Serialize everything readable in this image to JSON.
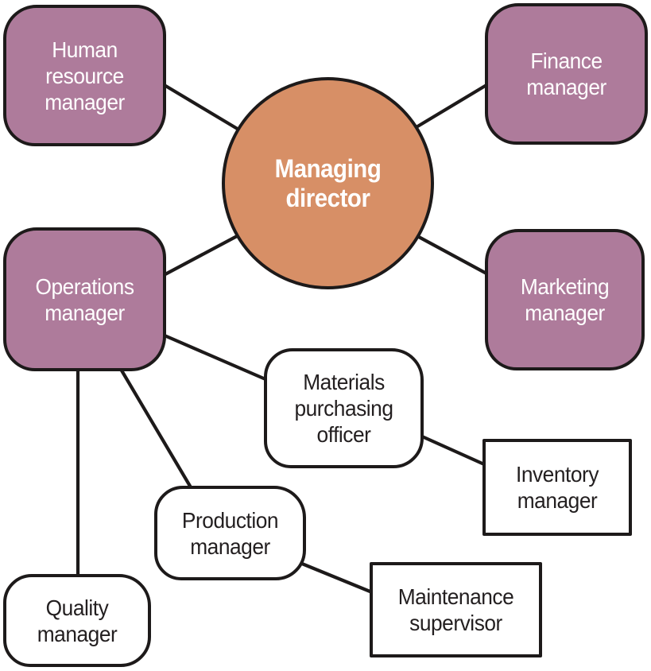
{
  "diagram": {
    "type": "organization-chart",
    "colors": {
      "manager_box_fill": "#ae7b9b",
      "director_circle_fill": "#d78f66",
      "line_and_border": "#1d1a1a",
      "light_text": "#ffffff",
      "dark_text": "#231f20"
    },
    "nodes": {
      "director": {
        "label": "Managing\ndirector"
      },
      "hr": {
        "label": "Human\nresource\nmanager"
      },
      "finance": {
        "label": "Finance\nmanager"
      },
      "operations": {
        "label": "Operations\nmanager"
      },
      "marketing": {
        "label": "Marketing\nmanager"
      },
      "materials": {
        "label": "Materials\npurchasing\nofficer"
      },
      "inventory": {
        "label": "Inventory\nmanager"
      },
      "production": {
        "label": "Production\nmanager"
      },
      "quality": {
        "label": "Quality\nmanager"
      },
      "maintenance": {
        "label": "Maintenance\nsupervisor"
      }
    },
    "edges": [
      {
        "from": "hr",
        "to": "director"
      },
      {
        "from": "finance",
        "to": "director"
      },
      {
        "from": "operations",
        "to": "director"
      },
      {
        "from": "marketing",
        "to": "director"
      },
      {
        "from": "operations",
        "to": "materials"
      },
      {
        "from": "operations",
        "to": "quality"
      },
      {
        "from": "operations",
        "to": "production"
      },
      {
        "from": "materials",
        "to": "inventory"
      },
      {
        "from": "production",
        "to": "maintenance"
      }
    ]
  }
}
